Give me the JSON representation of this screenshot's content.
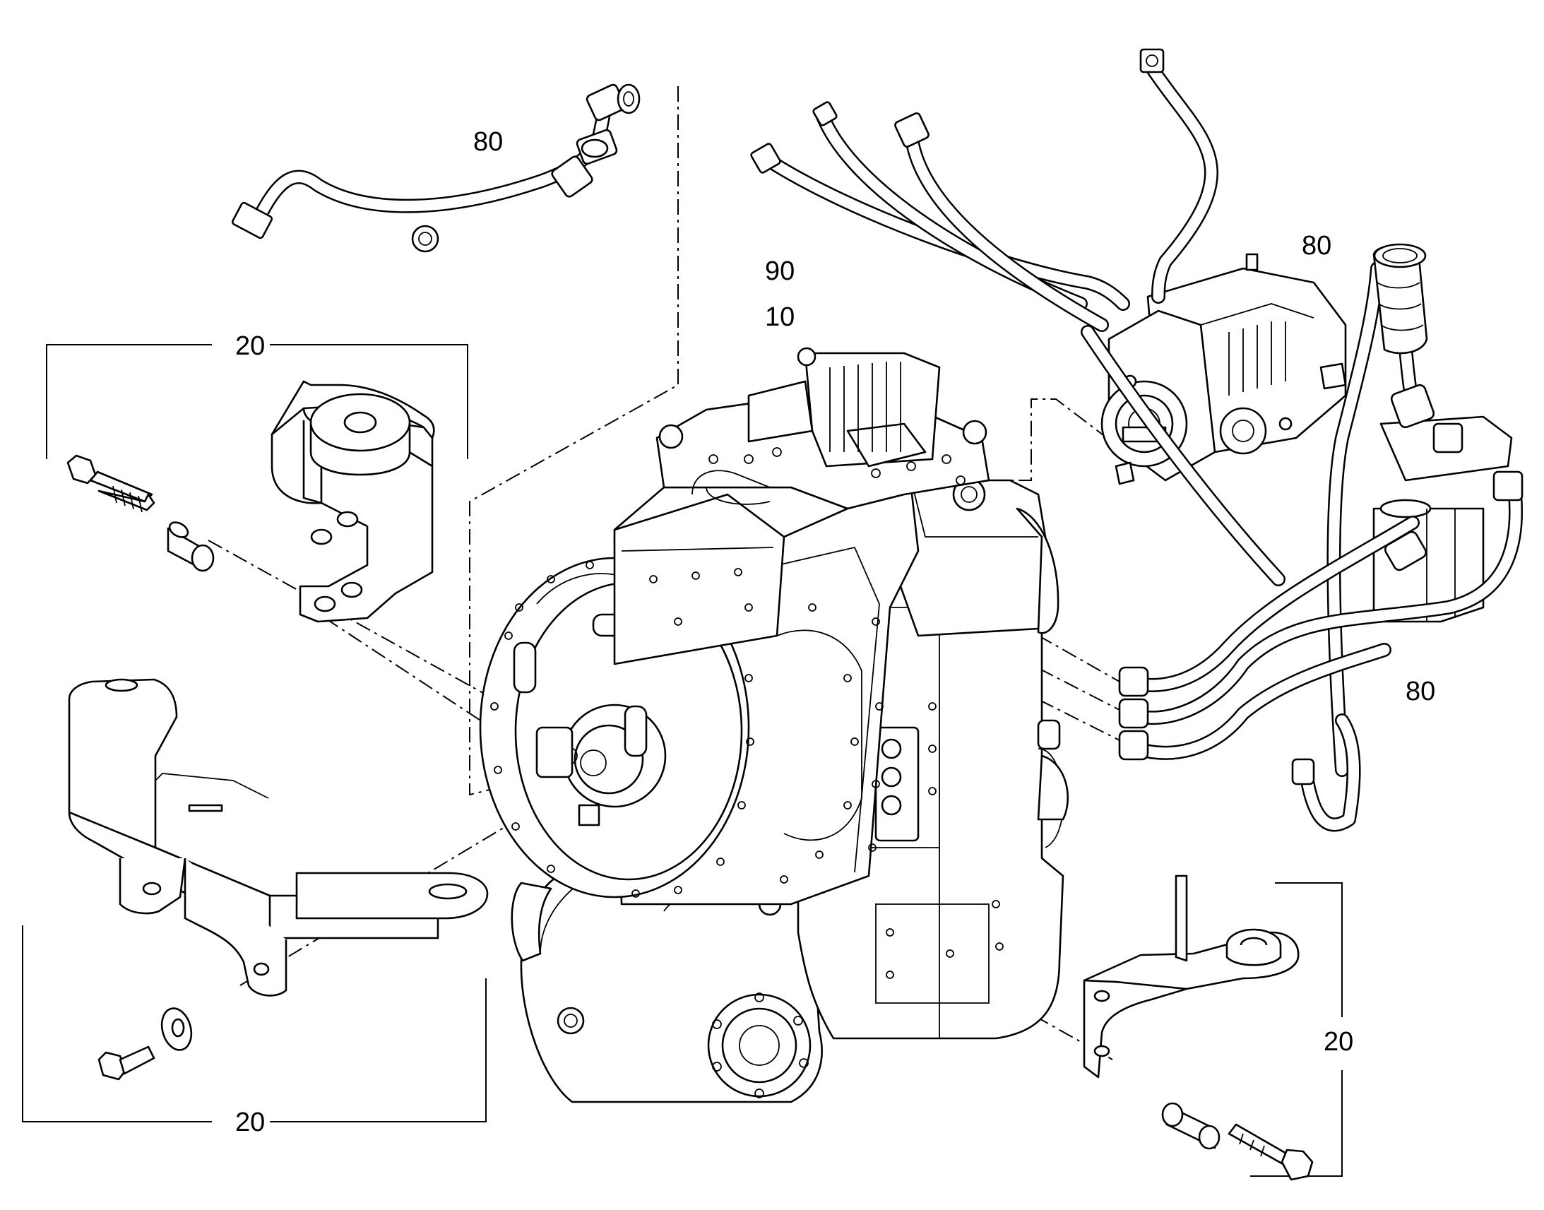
{
  "callouts": {
    "hose_top_left": "80",
    "hose_top_right": "80",
    "hose_right": "80",
    "ref_90": "90",
    "ref_10": "10",
    "bracket_top_left": "20",
    "bracket_bottom_left": "20",
    "bracket_right": "20"
  }
}
